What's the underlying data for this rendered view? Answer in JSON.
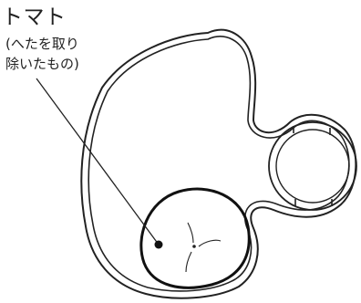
{
  "label": {
    "title": "トマト",
    "line1": "(へたを取り",
    "line2": "除いたもの)"
  },
  "colors": {
    "stroke": "#222222",
    "background": "#ffffff"
  }
}
